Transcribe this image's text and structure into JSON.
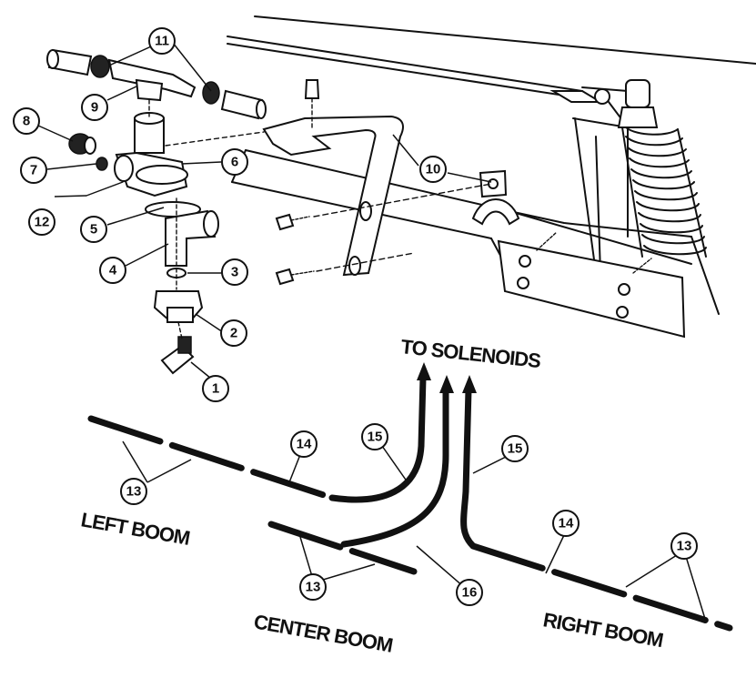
{
  "callouts": [
    "1",
    "2",
    "3",
    "4",
    "5",
    "6",
    "7",
    "8",
    "9",
    "10",
    "11",
    "12",
    "13",
    "14",
    "15",
    "16"
  ],
  "labels": {
    "to_solenoids": "TO SOLENOIDS",
    "left_boom": "LEFT BOOM",
    "center_boom": "CENTER BOOM",
    "right_boom": "RIGHT BOOM"
  }
}
